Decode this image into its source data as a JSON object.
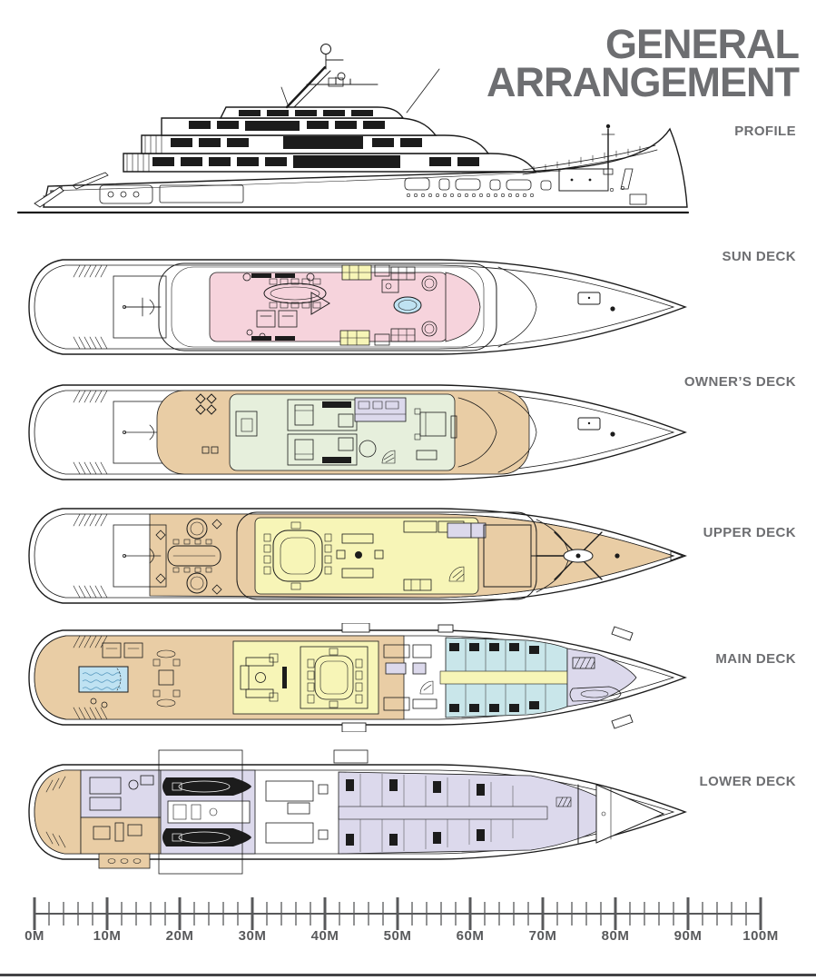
{
  "title": {
    "line1": "GENERAL",
    "line2": "ARRANGEMENT"
  },
  "decks": [
    {
      "id": "profile",
      "label": "PROFILE"
    },
    {
      "id": "sun-deck",
      "label": "SUN DECK"
    },
    {
      "id": "owners-deck",
      "label": "OWNER’S DECK"
    },
    {
      "id": "upper-deck",
      "label": "UPPER DECK"
    },
    {
      "id": "main-deck",
      "label": "MAIN DECK"
    },
    {
      "id": "lower-deck",
      "label": "LOWER DECK"
    }
  ],
  "scale": {
    "unit": "M",
    "max": 100,
    "major_interval": 10,
    "minor_interval": 2,
    "labels": [
      "0M",
      "10M",
      "20M",
      "30M",
      "40M",
      "50M",
      "60M",
      "70M",
      "80M",
      "90M",
      "100M"
    ]
  },
  "colors": {
    "title_gray": "#6d6e71",
    "label_gray": "#6d6e71",
    "ruler_gray": "#58595b",
    "line_black": "#1b1b1b",
    "deck_tan": "#e9cda5",
    "sun_pink": "#f6d3dc",
    "owner_green": "#e6efdc",
    "salon_yellow": "#f7f5b7",
    "cabin_blue": "#c9e6ea",
    "crew_lavender": "#dcd9ec",
    "pool_blue": "#bfe2f2"
  }
}
